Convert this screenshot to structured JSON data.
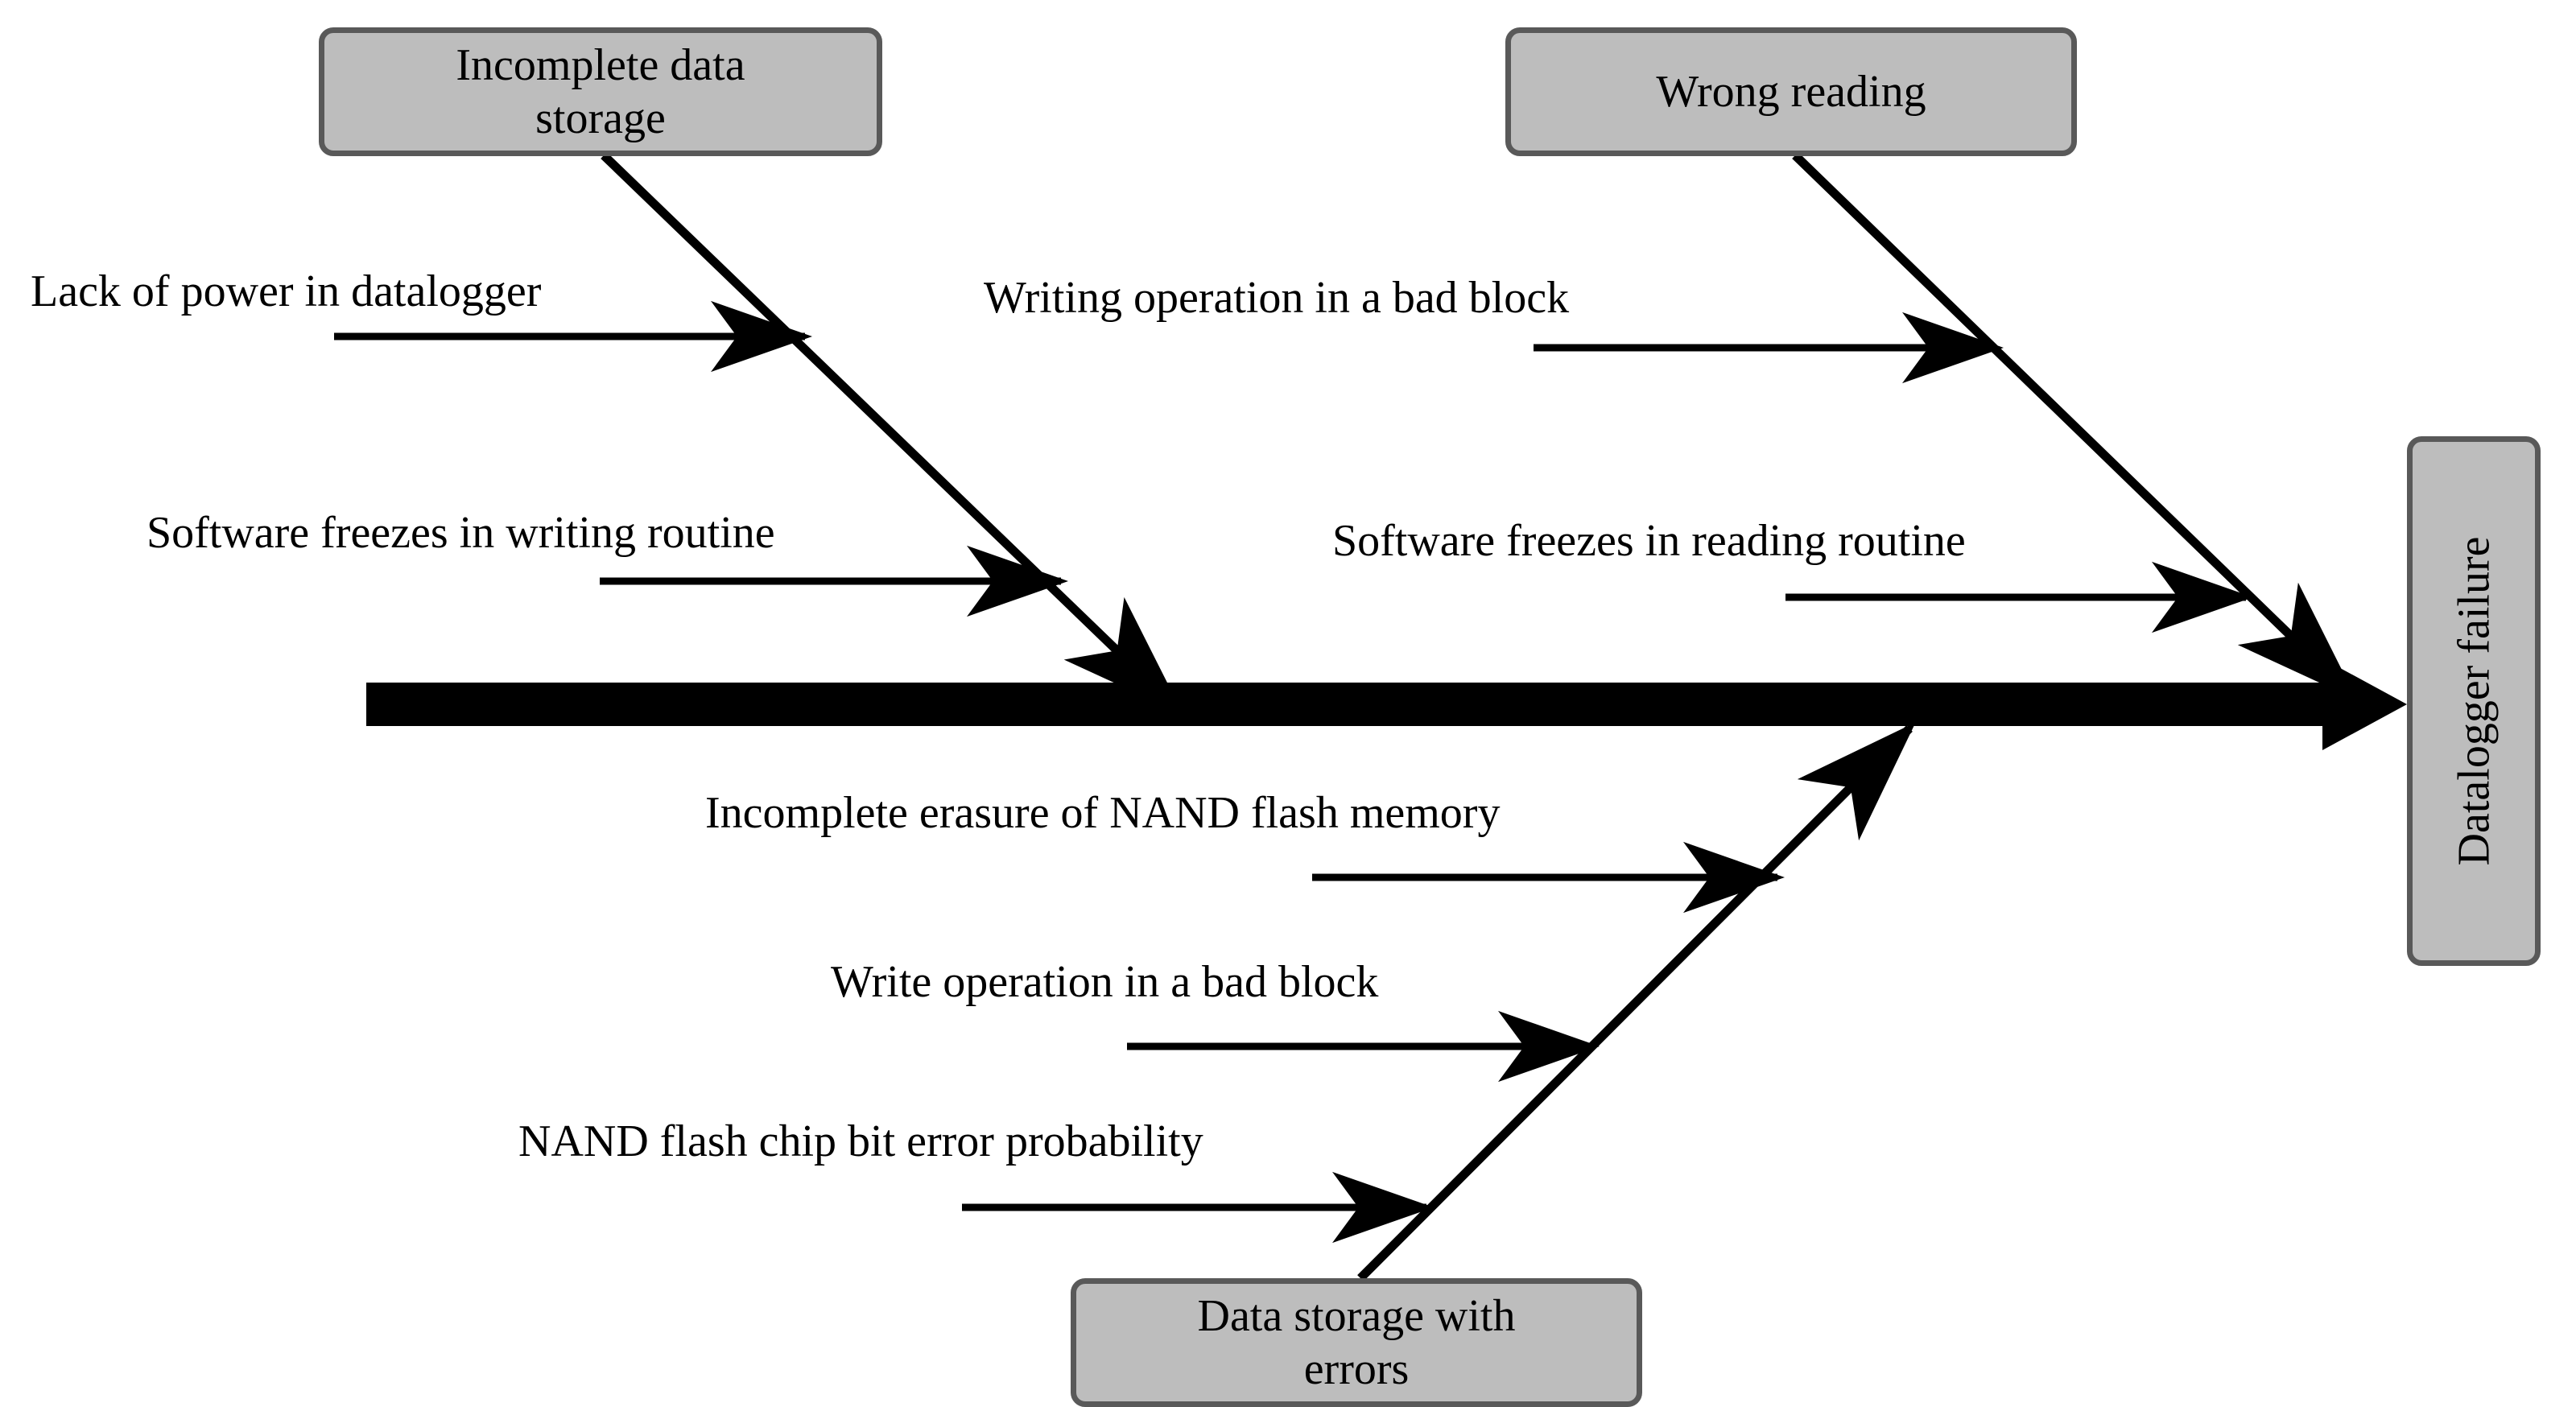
{
  "diagram": {
    "type": "fishbone-ishikawa",
    "effect": {
      "label": "Datalogger failure"
    },
    "categories": [
      {
        "id": "incomplete-data-storage",
        "label_line1": "Incomplete data",
        "label_line2": "storage",
        "position": "top-left",
        "causes": [
          "Lack of power in datalogger",
          "Software freezes in writing routine"
        ]
      },
      {
        "id": "wrong-reading",
        "label_line1": "Wrong reading",
        "label_line2": "",
        "position": "top-right",
        "causes": [
          "Writing operation in a bad block",
          "Software freezes in reading routine"
        ]
      },
      {
        "id": "data-storage-with-errors",
        "label_line1": "Data storage with",
        "label_line2": "errors",
        "position": "bottom",
        "causes": [
          "Incomplete erasure of NAND flash memory",
          "Write operation in a bad block",
          "NAND flash chip bit error probability"
        ]
      }
    ],
    "colors": {
      "box_fill": "#bdbdbd",
      "box_border": "#595959",
      "line": "#000000",
      "background": "#ffffff",
      "text": "#000000"
    }
  }
}
